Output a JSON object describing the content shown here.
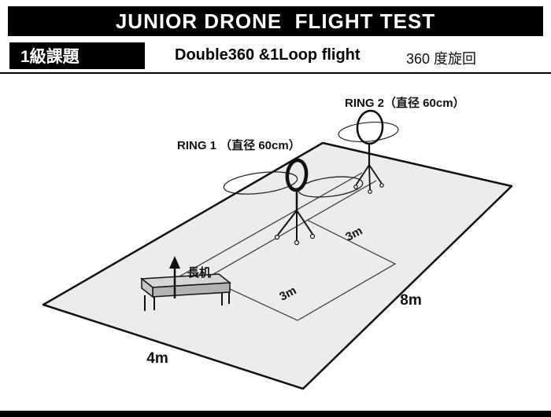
{
  "header": {
    "title": "JUNIOR DRONE  FLIGHT TEST"
  },
  "subheader": {
    "level": "1級課題",
    "task": "Double360 &1Loop flight",
    "note": "360 度旋回"
  },
  "diagram": {
    "ring1_label": "RING 1 （直径 60cm）",
    "ring2_label": "RING 2（直径 60cm）",
    "table_label": "長机",
    "dims": {
      "path_a": "3m",
      "path_b": "3m",
      "depth": "8m",
      "width": "4m"
    }
  },
  "colors": {
    "field_fill": "#ececec",
    "ink": "#111111",
    "bench_top": "#d6d6d6",
    "bench_front": "#b2b2b2",
    "bench_side": "#c6c6c6"
  }
}
